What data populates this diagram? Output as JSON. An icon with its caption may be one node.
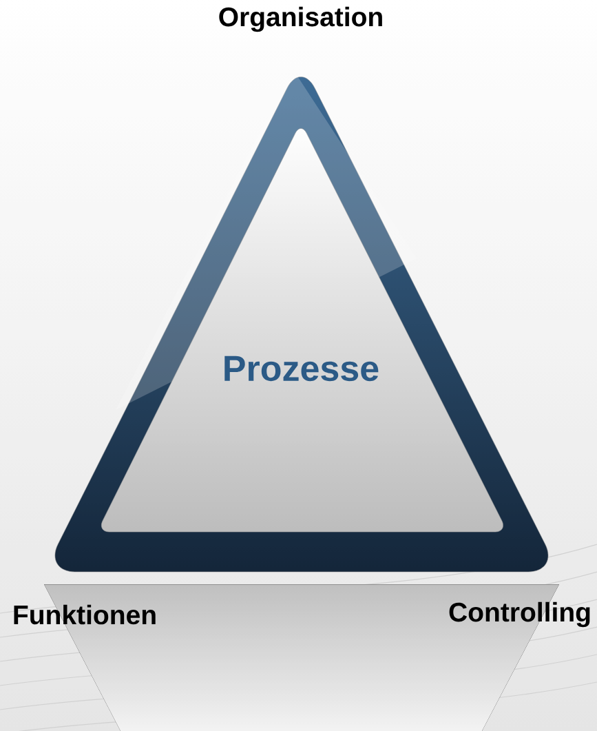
{
  "diagram": {
    "nodes": [
      {
        "text": [],
        "shape": "triangle",
        "beside": [
          "Organisation",
          "Funktionen",
          "Controlling"
        ]
      },
      {
        "text": [
          "Prozesse"
        ],
        "in": 0
      }
    ]
  }
}
